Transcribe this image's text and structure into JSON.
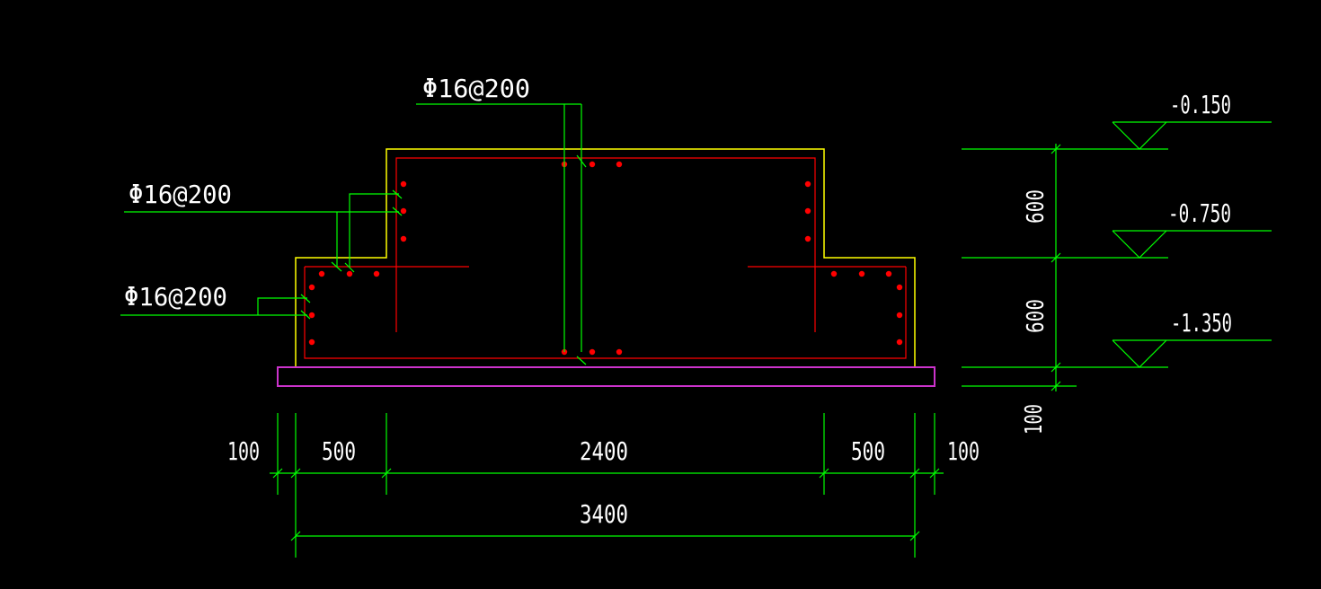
{
  "colors": {
    "background": "#000000",
    "outline": "#ffff00",
    "rebar": "#ff0000",
    "dimension": "#00ff00",
    "blinding": "#cc33cc",
    "text": "#ffffff"
  },
  "rebar_labels": {
    "top": "Φ16@200",
    "upper_left": "Φ16@200",
    "lower_left": "Φ16@200"
  },
  "horizontal_dims": {
    "left_offset": "100",
    "left_step": "500",
    "middle": "2400",
    "right_step": "500",
    "right_offset": "100",
    "total": "3400"
  },
  "vertical_dims": {
    "upper": "600",
    "lower": "600",
    "blinding": "100"
  },
  "elevations": {
    "top": "-0.150",
    "step": "-0.750",
    "bottom": "-1.350"
  }
}
